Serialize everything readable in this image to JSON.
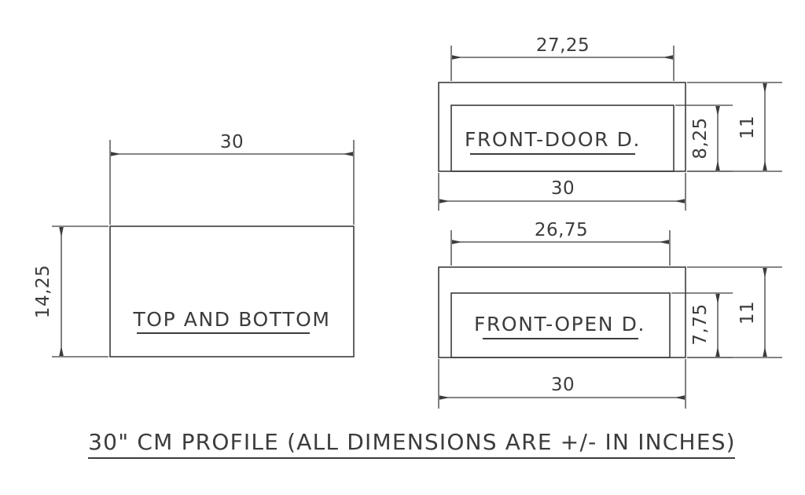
{
  "drawing": {
    "title": "30\" CM PROFILE (ALL DIMENSIONS ARE +/- IN INCHES)",
    "units_note": "+/- IN INCHES",
    "stroke_color": "#3c3c3c",
    "background_color": "#ffffff"
  },
  "views": {
    "top_bottom": {
      "label": "TOP AND BOTTOM",
      "width_dim": "30",
      "height_dim": "14,25"
    },
    "front_door": {
      "label": "FRONT-DOOR D.",
      "inner_width_dim": "27,25",
      "outer_width_dim": "30",
      "inner_height_dim": "8,25",
      "outer_height_dim": "11"
    },
    "front_open": {
      "label": "FRONT-OPEN D.",
      "inner_width_dim": "26,75",
      "outer_width_dim": "30",
      "inner_height_dim": "7,75",
      "outer_height_dim": "11"
    }
  }
}
